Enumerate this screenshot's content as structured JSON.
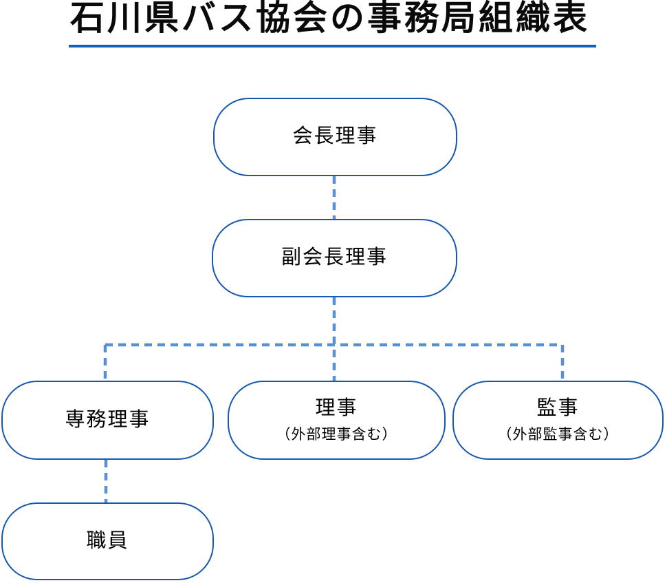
{
  "title": "石川県バス協会の事務局組織表",
  "colors": {
    "title_text": "#0a0a0a",
    "title_underline": "#1560b0",
    "node_border": "#1658ac",
    "node_fill": "#ffffff",
    "node_text": "#000000",
    "connector": "#5a8fd3",
    "background": "#ffffff"
  },
  "org_chart": {
    "nodes": [
      {
        "id": "chairman",
        "label": "会長理事"
      },
      {
        "id": "vice-chairman",
        "label": "副会長理事"
      },
      {
        "id": "executive-director",
        "label": "専務理事"
      },
      {
        "id": "director",
        "label": "理事",
        "sublabel": "（外部理事含む）"
      },
      {
        "id": "auditor",
        "label": "監事",
        "sublabel": "（外部監事含む）"
      },
      {
        "id": "staff",
        "label": "職員"
      }
    ],
    "edges": [
      {
        "from": "chairman",
        "to": "vice-chairman"
      },
      {
        "from": "vice-chairman",
        "to": "executive-director"
      },
      {
        "from": "vice-chairman",
        "to": "director"
      },
      {
        "from": "vice-chairman",
        "to": "auditor"
      },
      {
        "from": "executive-director",
        "to": "staff"
      }
    ],
    "connector_style": "dashed"
  }
}
